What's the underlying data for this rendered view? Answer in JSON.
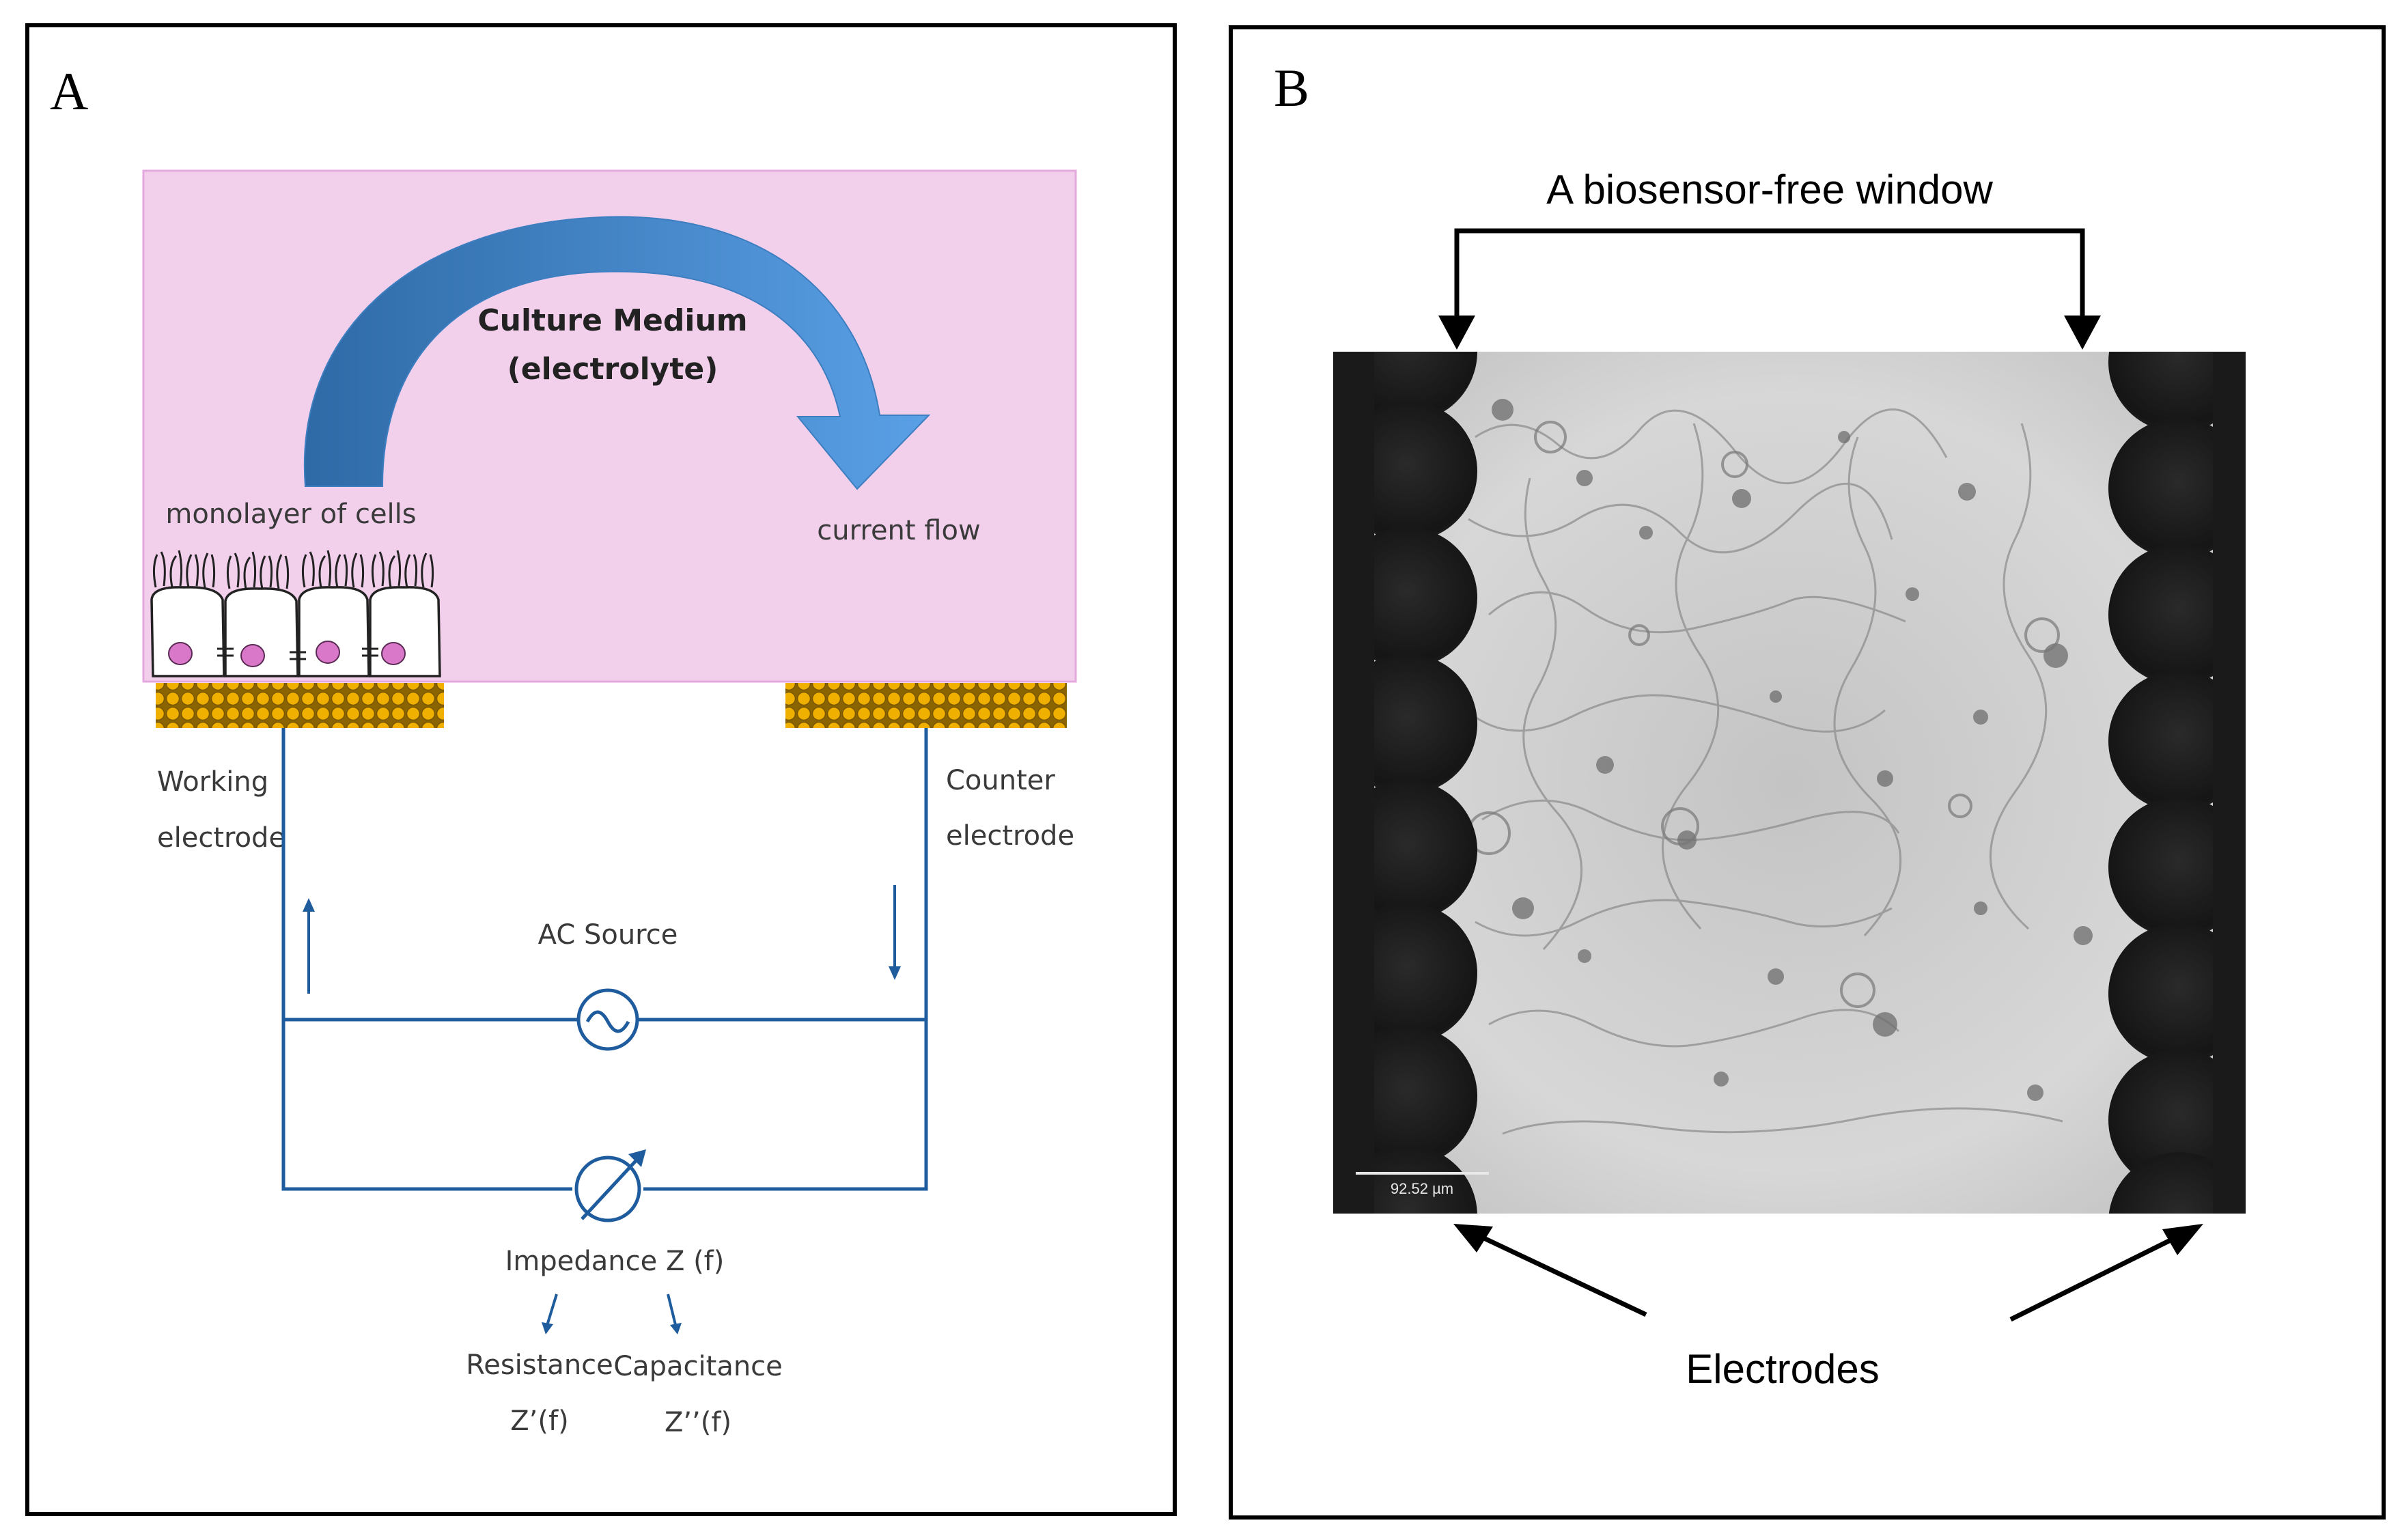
{
  "panel_a": {
    "letter": "A",
    "medium_title": "Culture Medium",
    "medium_subtitle": "(electrolyte)",
    "cells_label": "monolayer of cells",
    "flow_label": "current flow",
    "working_label_1": "Working",
    "working_label_2": "electrode",
    "counter_label_1": "Counter",
    "counter_label_2": "electrode",
    "source_label": "AC Source",
    "impedance_label": "Impedance Z (f)",
    "resistance_label": "Resistance",
    "resistance_symbol": "Z’(f)",
    "capacitance_label": "Capacitance",
    "capacitance_symbol": "Z’’(f)"
  },
  "panel_b": {
    "letter": "B",
    "window_label": "A biosensor-free window",
    "electrodes_label": "Electrodes",
    "scale_bar": "92.52 µm"
  },
  "colors": {
    "medium": "#f2d0ec",
    "medium_border": "#e4a9dc",
    "electrode_gold": "#e9a800",
    "wire_blue": "#1f5c9e",
    "flow_arrow_dark": "#2e6aa6",
    "flow_arrow_light": "#5aa0e6"
  }
}
